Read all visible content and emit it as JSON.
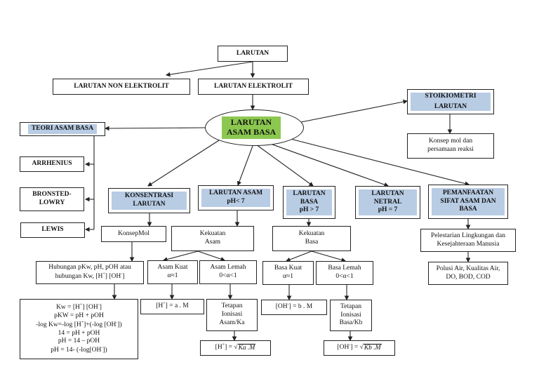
{
  "colors": {
    "center_fill": "#8cc850",
    "heading_fill": "#b8cce4",
    "line": "#222222"
  },
  "root": "LARUTAN",
  "non_elektrolit": "LARUTAN NON ELEKTROLIT",
  "elektrolit": "LARUTAN ELEKTROLIT",
  "center": {
    "line1": "LARUTAN",
    "line2": "ASAM BASA"
  },
  "teori": {
    "title": "TEORI ASAM BASA",
    "items": [
      "ARRHENIUS",
      "BRONSTED-",
      "LOWRY",
      "LEWIS"
    ]
  },
  "stoikiometri": {
    "line1": "STOIKIOMETRI",
    "line2": "LARUTAN",
    "child_line1": "Konsep mol dan",
    "child_line2": "persamaan reaksi"
  },
  "konsentrasi": {
    "line1": "KONSENTRASI",
    "line2": "LARUTAN",
    "konsep_mol": "KonsepMol",
    "hubungan_line1": "Hubungan pKw, pH, pOH atau",
    "hubungan_line2_prefix": "hubungan Kw, [H",
    "hubungan_line2_mid": "] [OH",
    "hubungan_line2_suffix": "]",
    "formulas": {
      "f1a": "Kw = [H",
      "f1b": "] [OH",
      "f1c": "]",
      "f2": "pKW = pH + pOH",
      "f3a": "-log Kw=-log [H",
      "f3b": "]+(-log [OH",
      "f3c": "])",
      "f4": "14 = pH + pOH",
      "f5": "pH = 14 – pOH",
      "f6a": "pH = 14- (-log[OH",
      "f6b": "])"
    }
  },
  "asam": {
    "line1": "LARUTAN ASAM",
    "line2": "pH< 7",
    "kekuatan_line1": "Kekuatan",
    "kekuatan_line2": "Asam",
    "kuat_line1": "Asam Kuat",
    "kuat_line2": "α≈1",
    "lemah_line1": "Asam Lemah",
    "lemah_line2": "0<α<1",
    "kuat_formula_a": "[H",
    "kuat_formula_b": "] = a . M",
    "tetapan_line1": "Tetapan",
    "tetapan_line2": "Ionisasi",
    "tetapan_line3": "Asam/Ka",
    "lemah_formula_a": "[H",
    "lemah_formula_b": "] = √",
    "lemah_formula_rad": "Ka .M"
  },
  "basa": {
    "line1": "LARUTAN",
    "line2": "BASA",
    "line3": "pH > 7",
    "kekuatan_line1": "Kekuatan",
    "kekuatan_line2": "Basa",
    "kuat_line1": "Basa Kuat",
    "kuat_line2": "α≈1",
    "lemah_line1": "Basa Lemah",
    "lemah_line2": "0<α<1",
    "kuat_formula_a": "[OH",
    "kuat_formula_b": "] = b . M",
    "tetapan_line1": "Tetapan",
    "tetapan_line2": "Ionisasi",
    "tetapan_line3": "Basa/Kb",
    "lemah_formula_a": "[OH",
    "lemah_formula_b": "] = √",
    "lemah_formula_rad": "Kb .M"
  },
  "netral": {
    "line1": "LARUTAN",
    "line2": "NETRAL",
    "line3": "pH = 7"
  },
  "pemanfaatan": {
    "line1": "PEMANFAATAN",
    "line2": "SIFAT ASAM DAN",
    "line3": "BASA",
    "child1_line1": "Pelestarian Lingkungan dan",
    "child1_line2": "Kesejahteraan Manusia",
    "child2_line1": "Polusi Air, Kualitas Air,",
    "child2_line2": "DO, BOD, COD"
  },
  "superscripts": {
    "plus": "+",
    "minus": "-"
  }
}
